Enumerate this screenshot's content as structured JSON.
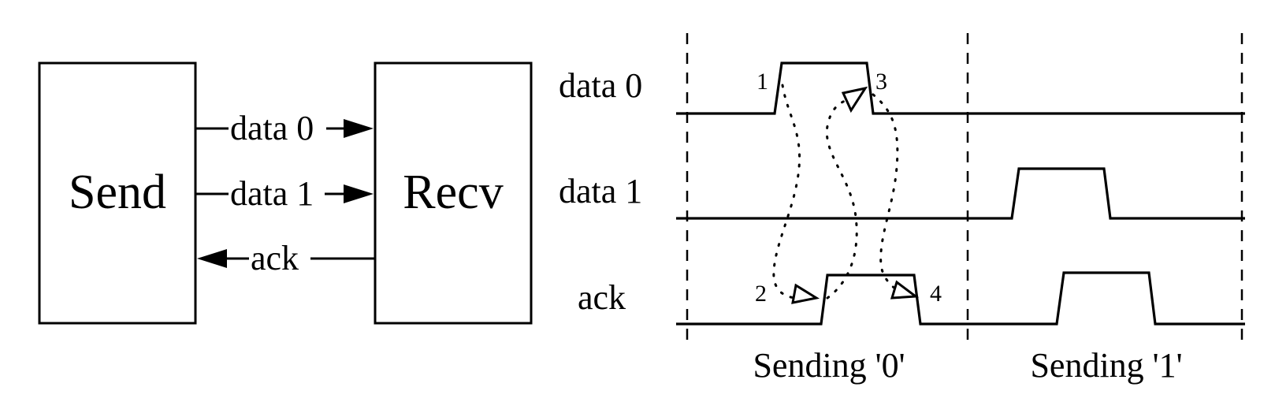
{
  "blocks": {
    "sender": "Send",
    "receiver": "Recv"
  },
  "wires": {
    "data0": "data 0",
    "data1": "data 1",
    "ack": "ack"
  },
  "signals": {
    "data0": "data 0",
    "data1": "data 1",
    "ack": "ack"
  },
  "events": [
    "1",
    "2",
    "3",
    "4"
  ],
  "periods": {
    "first": "Sending '0'",
    "second": "Sending '1'"
  }
}
